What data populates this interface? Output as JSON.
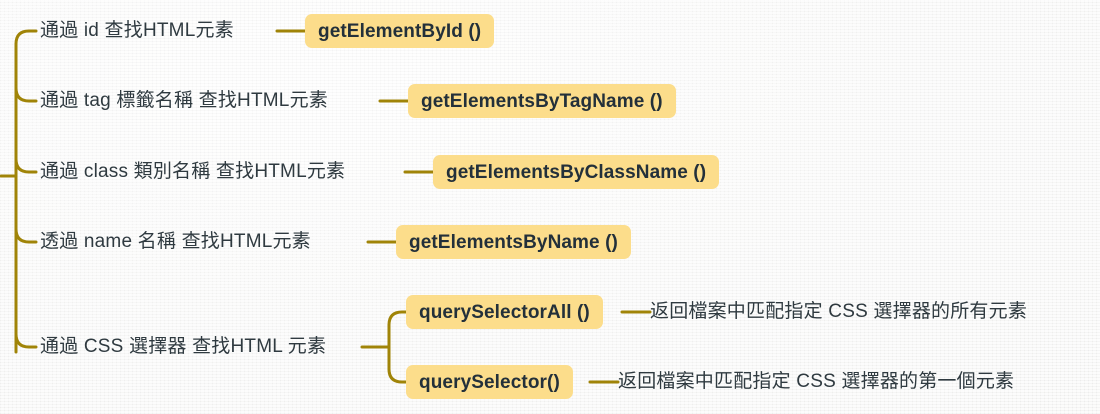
{
  "diagram": {
    "type": "mind-map",
    "title": "",
    "colors": {
      "background": "#f7f7f6",
      "badge_fill": "#fcdd8b",
      "badge_text": "#23303a",
      "label_text": "#2f3a40",
      "connector": "#a08408"
    },
    "root_label": "",
    "branches": [
      {
        "label": "通過 id 查找HTML元素",
        "badge": "getElementById ()",
        "descriptions": []
      },
      {
        "label": "通過 tag 標籤名稱 查找HTML元素",
        "badge": "getElementsByTagName ()",
        "descriptions": []
      },
      {
        "label": "通過 class 類別名稱 查找HTML元素",
        "badge": "getElementsByClassName ()",
        "descriptions": []
      },
      {
        "label": "透過 name 名稱 查找HTML元素",
        "badge": "getElementsByName ()",
        "descriptions": []
      },
      {
        "label": "通過 CSS 選擇器 查找HTML 元素",
        "badge": "",
        "children": [
          {
            "badge": "querySelectorAll ()",
            "description": "返回檔案中匹配指定 CSS 選擇器的所有元素"
          },
          {
            "badge": "querySelector()",
            "description": "返回檔案中匹配指定 CSS 選擇器的第一個元素"
          }
        ]
      }
    ]
  }
}
